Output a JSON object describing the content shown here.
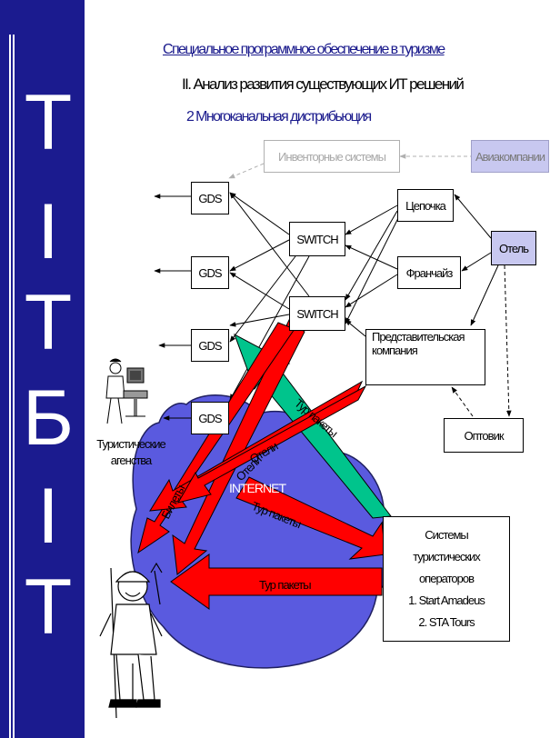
{
  "sidebar": {
    "letters": [
      "Т",
      "І",
      "Т",
      "Б",
      "І",
      "Т"
    ],
    "color": "#1b1b8f"
  },
  "header": {
    "title": "Специальное программное обеспечение в туризме",
    "section": "II. Анализ развития существующих ИТ решений",
    "subsection": "2 Многоканальная дистрибьюция"
  },
  "nodes": {
    "inventory": "Инвенторные системы",
    "airlines": "Авиакомпании",
    "gds1": "GDS",
    "gds2": "GDS",
    "gds3": "GDS",
    "gds4": "GDS",
    "switch1": "SWITCH",
    "switch2": "SWITCH",
    "chain": "Цепочка",
    "franchise": "Франчайз",
    "hotel": "Отель",
    "rep_line1": "Представительская",
    "rep_line2": "компания",
    "wholesaler": "Оптовик",
    "tour_line1": "Системы",
    "tour_line2": "туристических",
    "tour_line3": "операторов",
    "tour_line4": "1. Start Amadeus",
    "tour_line5": "2. STA Tours",
    "agency_line1": "Туристические",
    "agency_line2": "агенства",
    "internet": "INTERNET"
  },
  "arrow_labels": {
    "tickets": "Билеты",
    "hotels_a": "Отели",
    "hotels_b": "Отели",
    "packages_green": "Тур пакеты",
    "packages_mid": "Тур пакеты",
    "packages_low": "Тур пакеты"
  },
  "colors": {
    "accent": "#1a1a8c",
    "internet_cloud": "#5a5adf",
    "red_arrow": "#ff0000",
    "green_arrow": "#00c48c",
    "node_highlight": "#c8c8f0"
  }
}
